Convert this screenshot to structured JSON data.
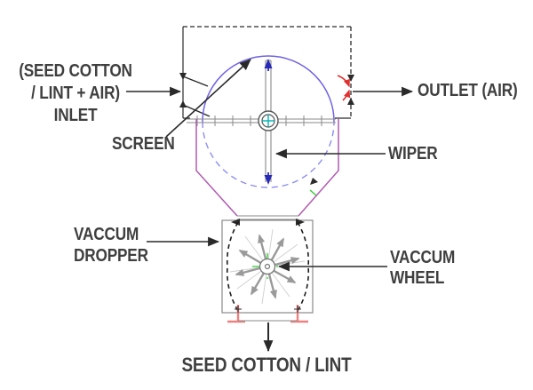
{
  "labels": {
    "inlet": {
      "line1": "(SEED COTTON",
      "line2": "/ LINT + AIR)",
      "line3": "INLET"
    },
    "screen": "SCREEN",
    "outlet_air": "OUTLET (AIR)",
    "wiper": "WIPER",
    "vaccum_dropper": {
      "line1": "VACCUM",
      "line2": "DROPPER"
    },
    "vaccum_wheel": {
      "line1": "VACCUM",
      "line2": "WHEEL"
    },
    "bottom_outlet": "SEED COTTON / LINT"
  },
  "colors": {
    "text": "#3f3f3f",
    "line_black": "#2a2a2a",
    "line_gray": "#8a8a8a",
    "line_light_gray": "#cfcfcf",
    "arc_solid_blue": "#6f62e0",
    "arc_dashed_blue": "#8c8cf0",
    "wiper_arrow_blue": "#2a2ab8",
    "hopper_purple": "#b05ab0",
    "flow_red": "#e03030",
    "base_red": "#f08080",
    "hub_cyan": "#00b0b0",
    "hub_green": "#2ecc2e",
    "wheel_gray": "#9a9a9a"
  }
}
